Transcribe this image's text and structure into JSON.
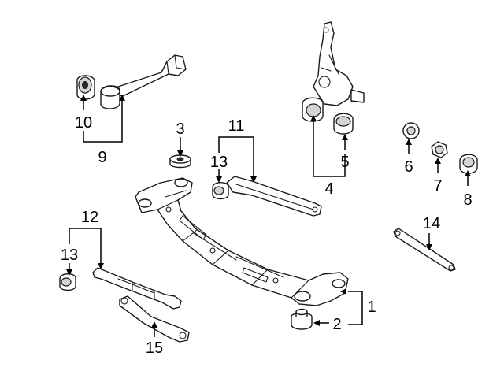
{
  "callouts": {
    "c1": "1",
    "c2": "2",
    "c3": "3",
    "c4": "4",
    "c5": "5",
    "c6": "6",
    "c7": "7",
    "c8": "8",
    "c9": "9",
    "c10": "10",
    "c11": "11",
    "c12": "12",
    "c13a": "13",
    "c13b": "13",
    "c14": "14",
    "c15": "15"
  }
}
